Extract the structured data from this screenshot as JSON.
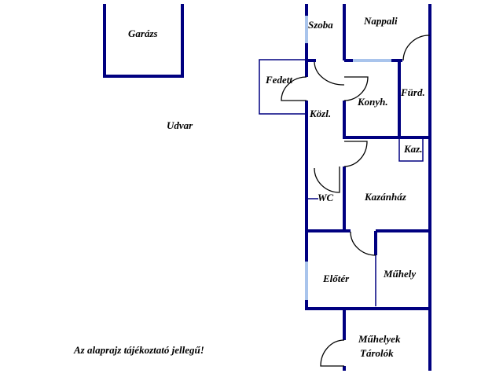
{
  "rooms": {
    "garage": "Garázs",
    "yard": "Udvar",
    "room": "Szoba",
    "living_room": "Nappali",
    "covered": "Fedett",
    "kitchen": "Konyh.",
    "bathroom": "Fürd.",
    "hallway": "Közl.",
    "boiler": "Kaz.",
    "wc": "WC",
    "boiler_room": "Kazánház",
    "entry": "Előtér",
    "workshop": "Műhely",
    "workshops": "Műhelyek",
    "storage": "Tárolók"
  },
  "note": "Az alaprajz tájékoztató jellegű!",
  "colors": {
    "wall": "#000080",
    "window": "#a9c4ec"
  }
}
